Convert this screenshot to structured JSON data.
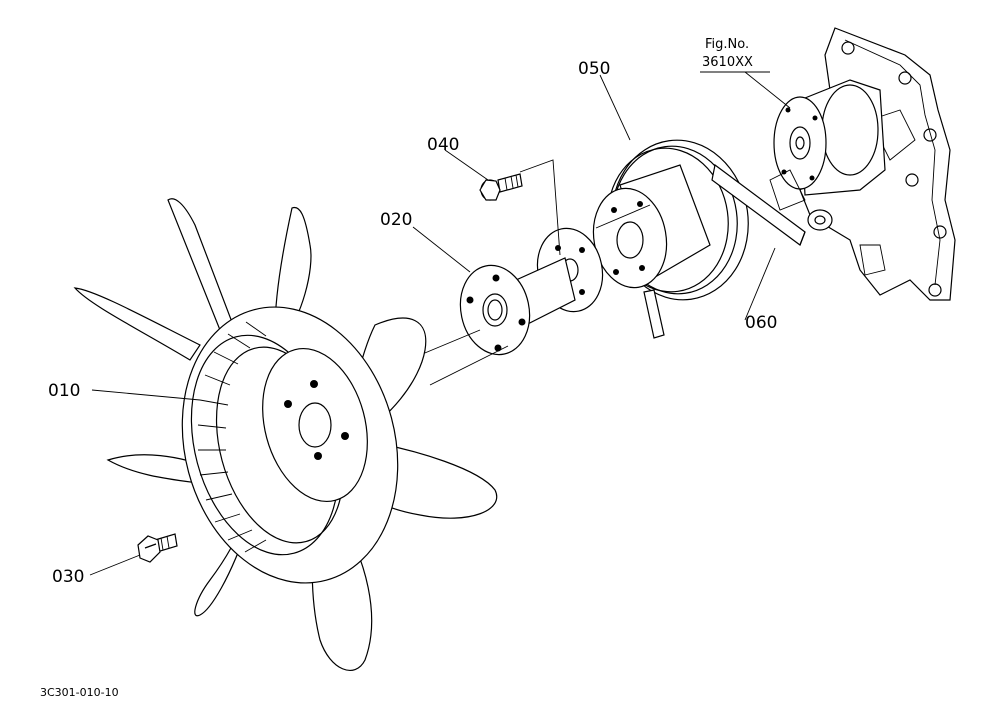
{
  "diagram": {
    "fig_ref": {
      "line1": "Fig.No.",
      "line2": "3610XX"
    },
    "parts": [
      {
        "label": "010",
        "icon": "fan-icon"
      },
      {
        "label": "020",
        "icon": "spacer-icon"
      },
      {
        "label": "030",
        "icon": "bolt-icon"
      },
      {
        "label": "040",
        "icon": "bolt-icon"
      },
      {
        "label": "050",
        "icon": "pulley-icon"
      },
      {
        "label": "060",
        "icon": "belt-icon"
      }
    ],
    "drawing_code": "3C301-010-10"
  }
}
